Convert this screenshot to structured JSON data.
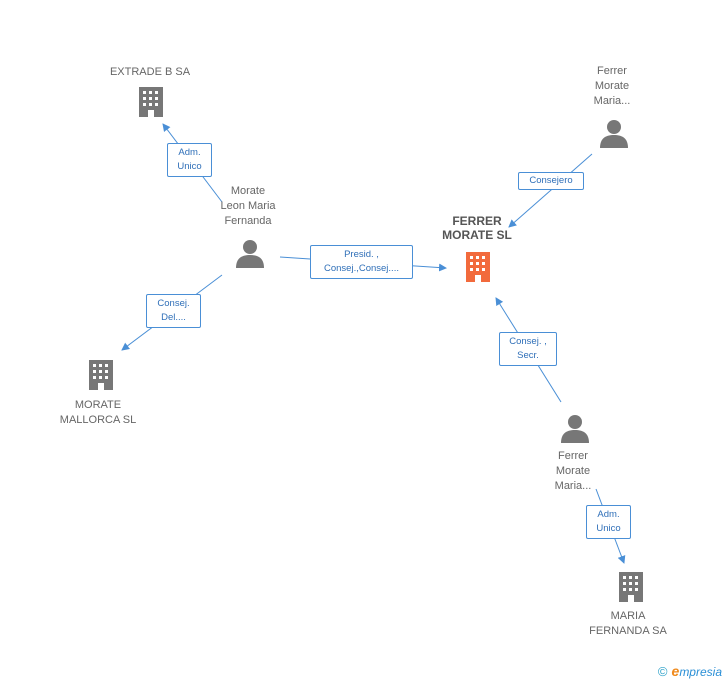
{
  "nodes": {
    "extradeb": {
      "lines": [
        "EXTRADE B SA"
      ],
      "type": "company"
    },
    "morate_leon": {
      "lines": [
        "Morate",
        "Leon Maria",
        "Fernanda"
      ],
      "type": "person"
    },
    "morate_mallorca": {
      "lines": [
        "MORATE",
        "MALLORCA SL"
      ],
      "type": "company"
    },
    "ferrer_morate_sl": {
      "lines": [
        "FERRER",
        "MORATE SL"
      ],
      "type": "company-focus"
    },
    "ferrer_top": {
      "lines": [
        "Ferrer",
        "Morate",
        "Maria..."
      ],
      "type": "person"
    },
    "ferrer_bottom": {
      "lines": [
        "Ferrer",
        "Morate",
        "Maria..."
      ],
      "type": "person"
    },
    "maria_fernanda": {
      "lines": [
        "MARIA",
        "FERNANDA SA"
      ],
      "type": "company"
    }
  },
  "edges": {
    "leon_to_extradeb": [
      "Adm.",
      "Unico"
    ],
    "leon_to_mallorca": [
      "Consej.",
      "Del...."
    ],
    "leon_to_ferrer_sl": [
      "Presid. ,",
      "Consej.,Consej...."
    ],
    "ferrertop_to_ferrer_sl": [
      "Consejero"
    ],
    "ferrerbottom_to_ferrer_sl": [
      "Consej. ,",
      "Secr."
    ],
    "ferrerbottom_to_maria": [
      "Adm.",
      "Unico"
    ]
  },
  "brand": {
    "copyright": "©",
    "name_initial": "e",
    "name_rest": "mpresia"
  },
  "colors": {
    "company": "#777777",
    "focus_company": "#f26a3c",
    "person": "#777777",
    "edge": "#4a8fd6",
    "edge_text": "#2f6fb8"
  }
}
